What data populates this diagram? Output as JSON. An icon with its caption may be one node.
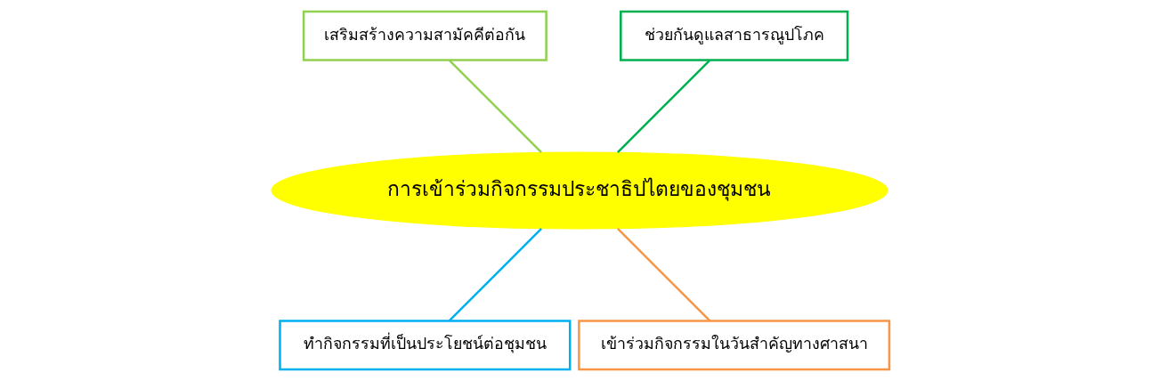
{
  "diagram": {
    "nodes": [
      {
        "text": [
          "ช่วยกันดูแลสาธารณูปโภค"
        ]
      },
      {
        "text": [
          "เสริมสร้างความสามัคคีต่อกัน"
        ]
      },
      {
        "text": [
          "การเข้าร่วมกิจกรรมประชาธิปไตยของชุมชน"
        ]
      },
      {
        "text": [
          "ทำกิจกรรมที่เป็นประโยชน์ต่อชุมชน"
        ]
      },
      {
        "text": [
          "เข้าร่วมกิจกรรมในวันสำคัญทางศาสนา"
        ]
      }
    ],
    "edges": [
      {
        "from": 2,
        "to": 0,
        "arrow": "none",
        "color": "#00b050"
      },
      {
        "from": 2,
        "to": 1,
        "arrow": "none",
        "color": "#92d050"
      },
      {
        "from": 2,
        "to": 3,
        "arrow": "none",
        "color": "#00b0f0"
      },
      {
        "from": 2,
        "to": 4,
        "arrow": "none",
        "color": "#f79646"
      }
    ]
  }
}
